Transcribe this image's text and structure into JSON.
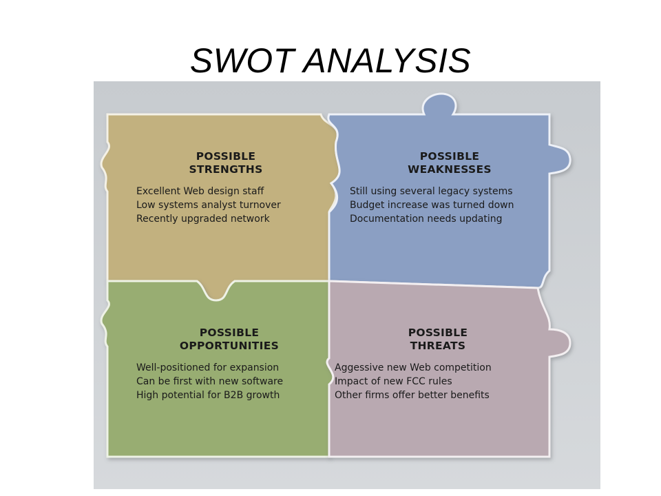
{
  "title": "SWOT ANALYSIS",
  "colors": {
    "strengths": "#c2b17f",
    "weaknesses": "#8b9fc3",
    "opportunities": "#98ad72",
    "threats": "#b9a9b1",
    "background": "#cfd2d5"
  },
  "quadrants": {
    "strengths": {
      "heading": [
        "POSSIBLE",
        "STRENGTHS"
      ],
      "items": [
        "Excellent Web design staff",
        "Low systems analyst turnover",
        "Recently upgraded network"
      ]
    },
    "weaknesses": {
      "heading": [
        "POSSIBLE",
        "WEAKNESSES"
      ],
      "items": [
        "Still using several legacy systems",
        "Budget increase was turned down",
        "Documentation needs updating"
      ]
    },
    "opportunities": {
      "heading": [
        "POSSIBLE",
        "OPPORTUNITIES"
      ],
      "items": [
        "Well-positioned for expansion",
        "Can be first with new software",
        "High potential for B2B growth"
      ]
    },
    "threats": {
      "heading": [
        "POSSIBLE",
        "THREATS"
      ],
      "items": [
        "Aggessive new Web competition",
        "Impact of new FCC rules",
        "Other firms offer better benefits"
      ]
    }
  }
}
